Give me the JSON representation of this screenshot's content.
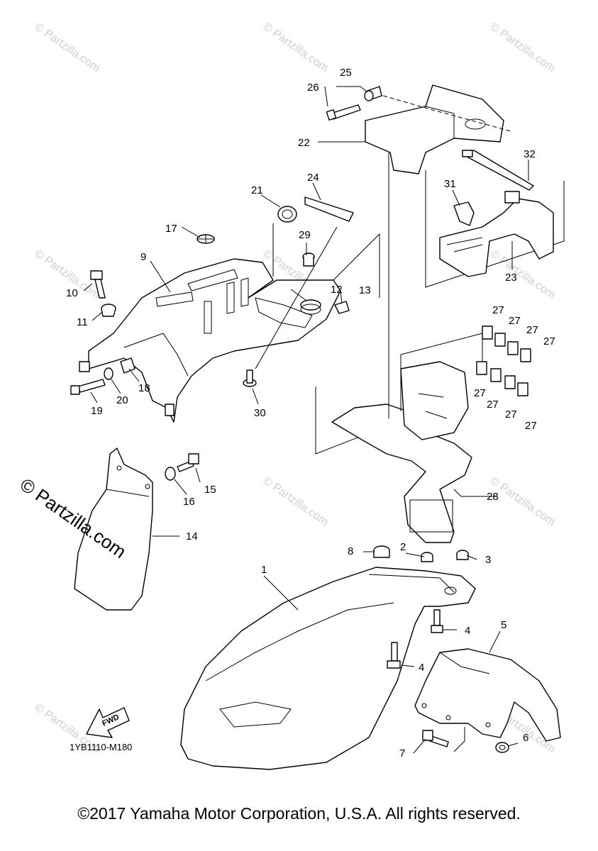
{
  "diagram_code": "1YB1110-M180",
  "fwd_label": "FWD",
  "copyright": "©2017 Yamaha Motor Corporation, U.S.A. All rights reserved.",
  "watermark": "© Partzilla.com",
  "watermark_small": "© Partzilla.com",
  "callouts": {
    "n1": "1",
    "n2": "2",
    "n3": "3",
    "n4a": "4",
    "n4b": "4",
    "n5": "5",
    "n6": "6",
    "n7": "7",
    "n8": "8",
    "n9": "9",
    "n10": "10",
    "n11": "11",
    "n12": "12",
    "n13": "13",
    "n14": "14",
    "n15": "15",
    "n16": "16",
    "n17": "17",
    "n18": "18",
    "n19": "19",
    "n20": "20",
    "n21": "21",
    "n22": "22",
    "n23": "23",
    "n24": "24",
    "n25": "25",
    "n26": "26",
    "n27a": "27",
    "n27b": "27",
    "n27c": "27",
    "n27d": "27",
    "n27e": "27",
    "n27f": "27",
    "n27g": "27",
    "n27h": "27",
    "n28": "28",
    "n29": "29",
    "n30": "30",
    "n31": "31",
    "n32": "32"
  }
}
